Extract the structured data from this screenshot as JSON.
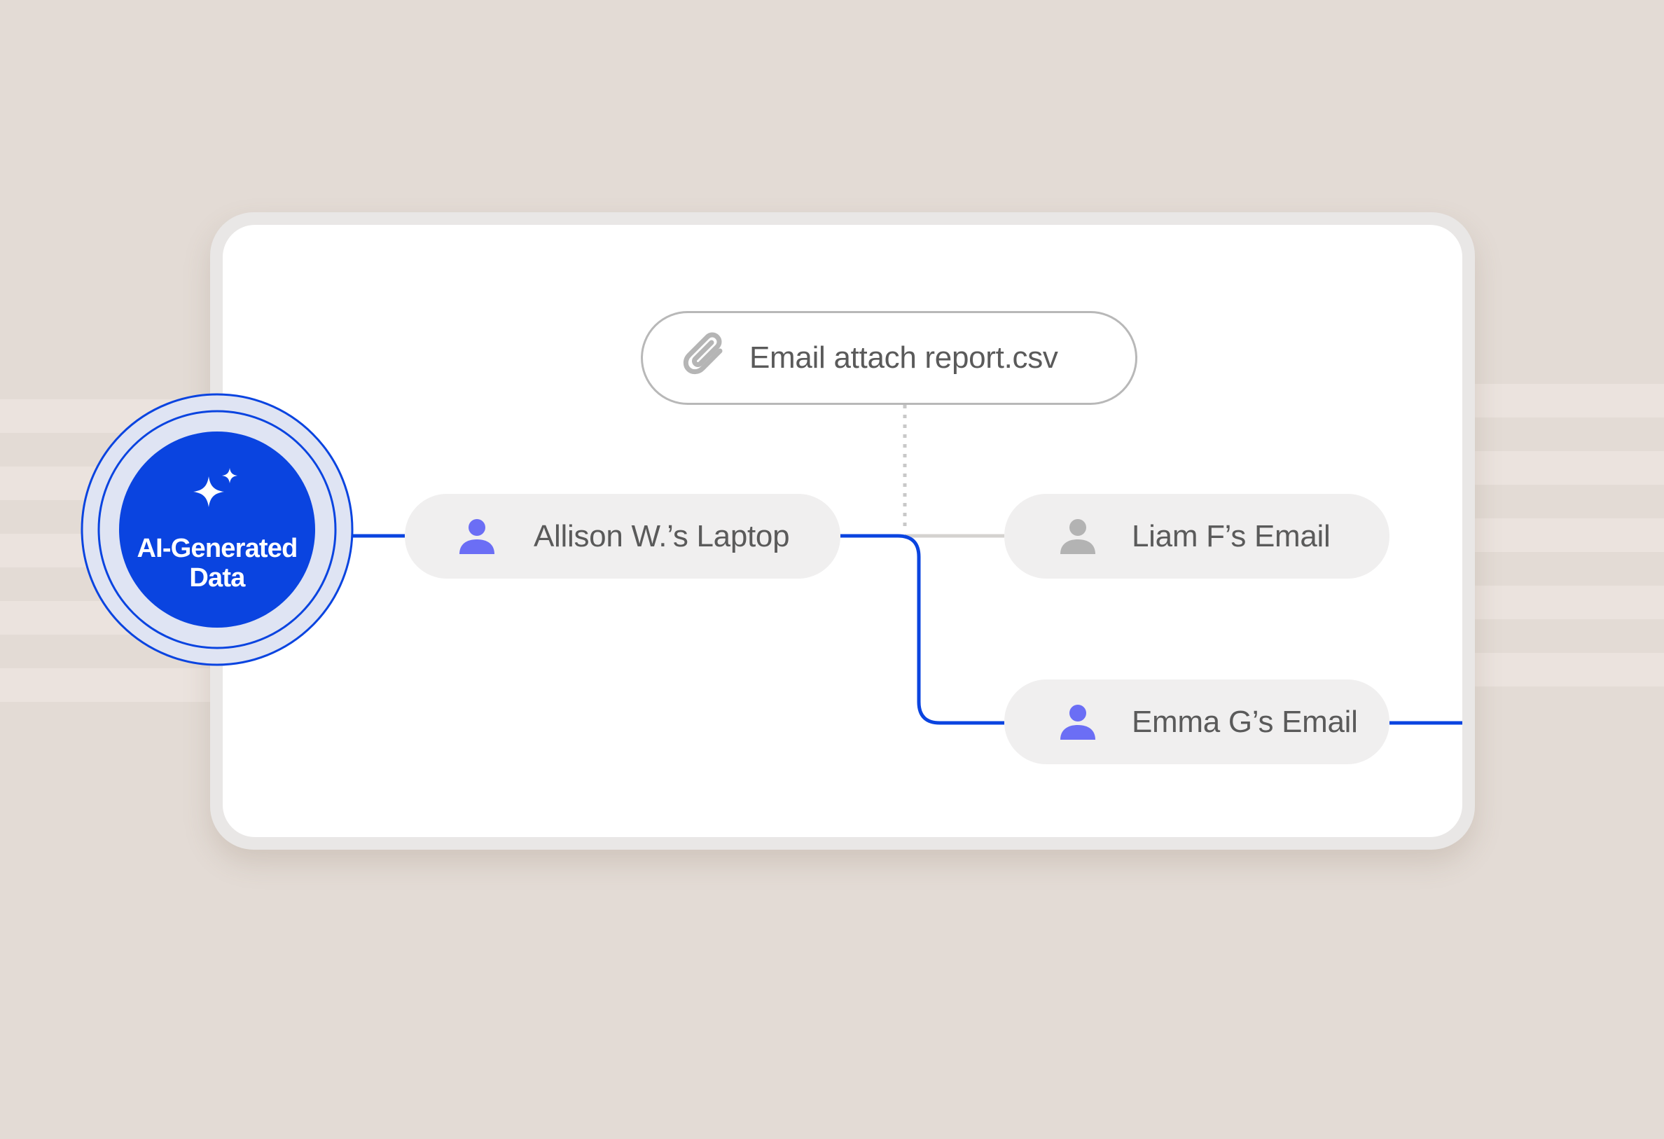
{
  "hub": {
    "label_line1": "AI-Generated",
    "label_line2": "Data",
    "icon": "sparkle-icon"
  },
  "nodes": {
    "attachment": {
      "label": "Email attach report.csv",
      "icon": "paperclip-icon"
    },
    "allison": {
      "label": "Allison W.’s Laptop",
      "icon": "person-icon"
    },
    "liam": {
      "label": "Liam F’s Email",
      "icon": "person-icon"
    },
    "emma": {
      "label": "Emma G’s Email",
      "icon": "person-icon"
    }
  },
  "colors": {
    "background": "#e3dbd5",
    "accent_blue": "#0a44e0",
    "active_person": "#6b6ef5",
    "inactive_person": "#b3b3b3",
    "inactive_line": "#d4d2cf"
  }
}
